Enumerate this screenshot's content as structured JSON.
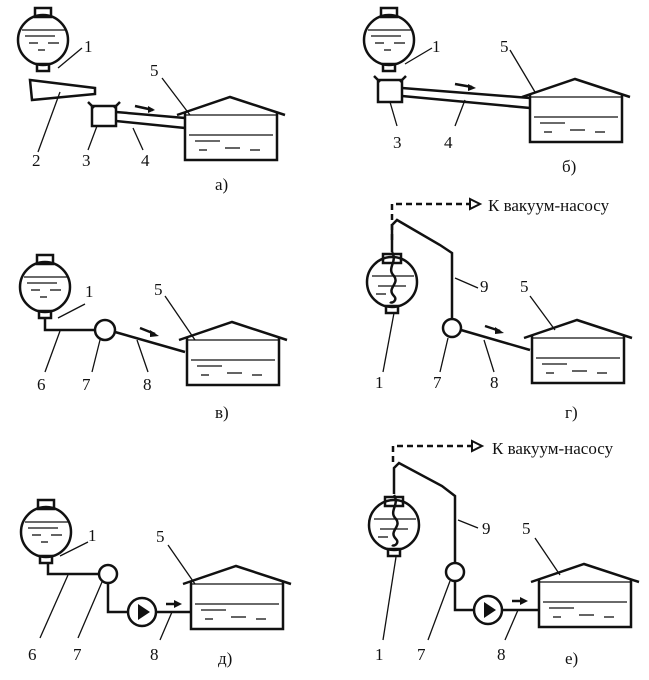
{
  "title": "Water supply schemes",
  "colors": {
    "ink": "#111111",
    "background": "#ffffff"
  },
  "vacuum_text": "К вакуум-насосу",
  "panels": [
    {
      "id": "a",
      "caption": "а)",
      "labels": [
        "1",
        "2",
        "3",
        "4",
        "5"
      ]
    },
    {
      "id": "b",
      "caption": "б)",
      "labels": [
        "1",
        "3",
        "4",
        "5"
      ]
    },
    {
      "id": "v",
      "caption": "в)",
      "labels": [
        "1",
        "5",
        "6",
        "7",
        "8"
      ]
    },
    {
      "id": "g",
      "caption": "г)",
      "labels": [
        "9",
        "5",
        "1",
        "7",
        "8"
      ]
    },
    {
      "id": "d",
      "caption": "д)",
      "labels": [
        "1",
        "5",
        "6",
        "7",
        "8"
      ]
    },
    {
      "id": "e",
      "caption": "е)",
      "labels": [
        "9",
        "5",
        "1",
        "7",
        "8"
      ]
    }
  ]
}
